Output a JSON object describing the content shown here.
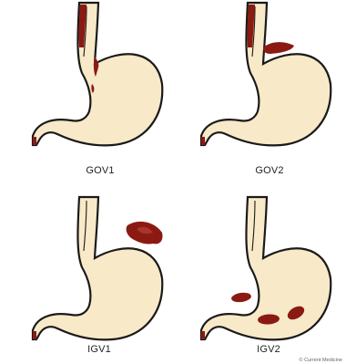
{
  "panels": [
    {
      "label": "GOV1"
    },
    {
      "label": "GOV2"
    },
    {
      "label": "IGV1"
    },
    {
      "label": "IGV2"
    }
  ],
  "copyright": "© Current Medicine",
  "colors": {
    "stomach_fill": "#F8E9C8",
    "outline": "#1A1A1A",
    "varix": "#8A1A12",
    "varix_highlight": "#C2483C"
  }
}
